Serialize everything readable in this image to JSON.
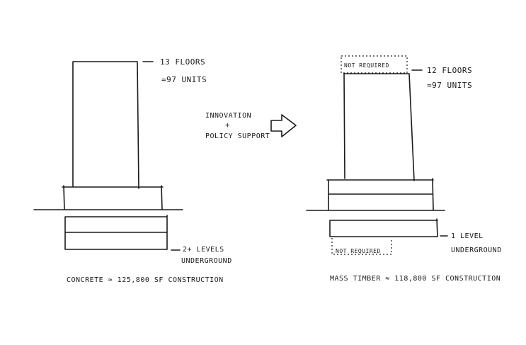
{
  "left": {
    "floors": "13 FLOORS",
    "units": "≈97 UNITS",
    "levels": "2+ LEVELS",
    "underground": "UNDERGROUND",
    "caption": "CONCRETE ≈ 125,800 SF CONSTRUCTION"
  },
  "arrow": {
    "line1": "INNOVATION",
    "line2": "+",
    "line3": "POLICY SUPPORT"
  },
  "right": {
    "top_not_required": "NOT REQUIRED",
    "floors": "12 FLOORS",
    "units": "≈97 UNITS",
    "levels": "1 LEVEL",
    "underground": "UNDERGROUND",
    "bottom_not_required": "NOT REQUIRED",
    "caption": "MASS TIMBER ≈ 118,800 SF CONSTRUCTION"
  }
}
